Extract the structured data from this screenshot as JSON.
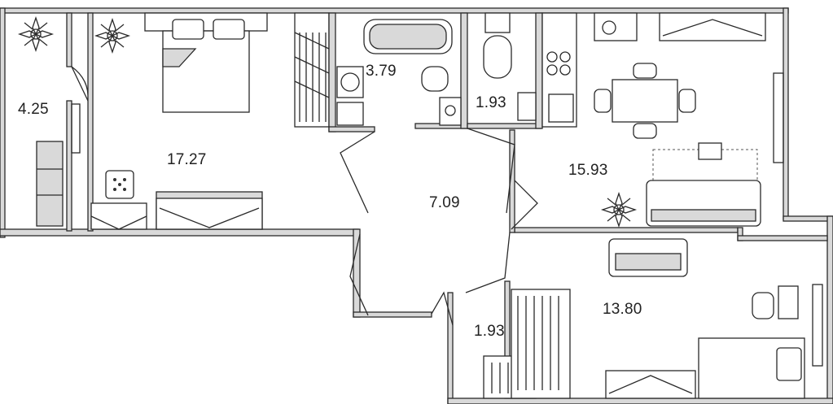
{
  "rooms": [
    {
      "id": "balcony",
      "area": "4.25"
    },
    {
      "id": "bedroom",
      "area": "17.27"
    },
    {
      "id": "bathroom",
      "area": "3.79"
    },
    {
      "id": "toilet",
      "area": "1.93"
    },
    {
      "id": "hall",
      "area": "7.09"
    },
    {
      "id": "kitchen-living",
      "area": "15.93"
    },
    {
      "id": "closet",
      "area": "1.93"
    },
    {
      "id": "room-2",
      "area": "13.80"
    }
  ]
}
